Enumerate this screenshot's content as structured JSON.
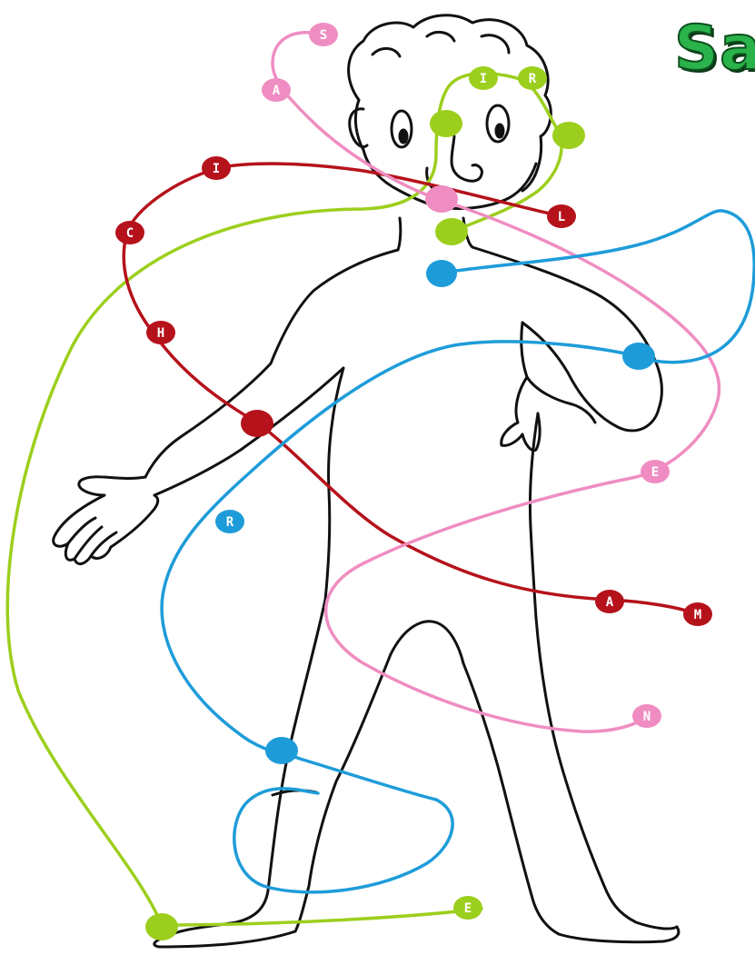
{
  "title": "Sa",
  "colors": {
    "red": "#b5121b",
    "pink": "#ef8dc2",
    "green": "#9ccf1d",
    "blue": "#1e9cd9",
    "outline": "#111111",
    "title": "#29b34a"
  },
  "threads": {
    "red": {
      "letters": [
        "I",
        "C",
        "H",
        "L",
        "A",
        "M"
      ]
    },
    "pink": {
      "letters": [
        "S",
        "A",
        "E",
        "N"
      ]
    },
    "green": {
      "letters": [
        "I",
        "R",
        "E"
      ]
    },
    "blue": {
      "letters": [
        "R"
      ]
    }
  }
}
